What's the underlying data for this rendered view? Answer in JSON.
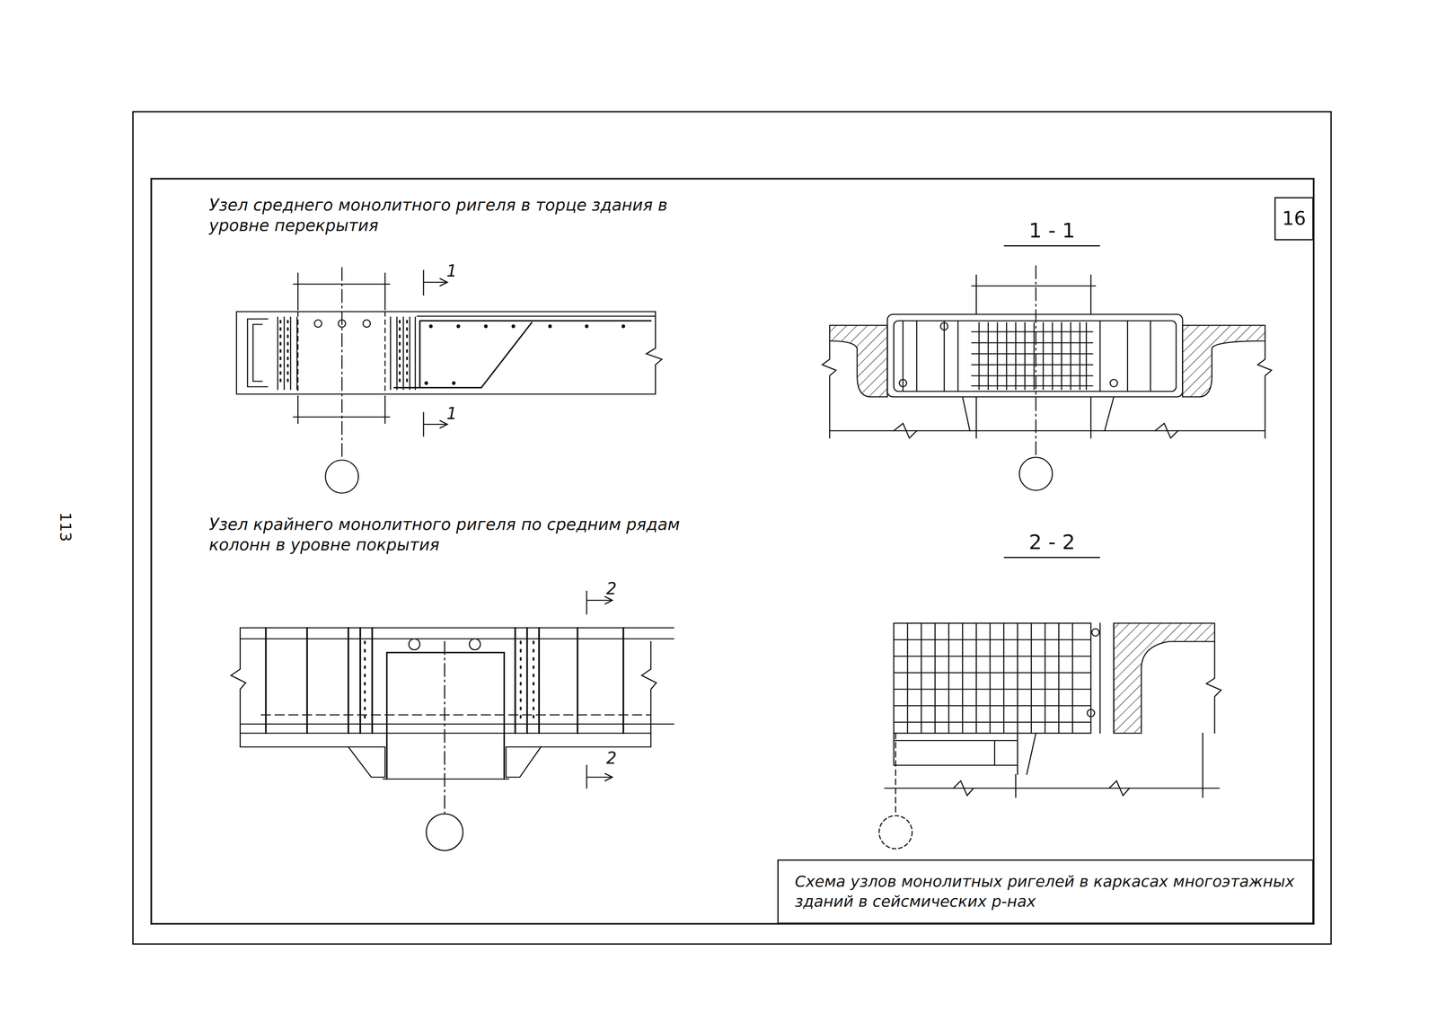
{
  "diagram": {
    "caption": "Схема узлов монолитных ригелей в каркасах многоэтажных зданий в сейсмических р-нах",
    "nodes": [
      {
        "text": [
          "16"
        ]
      },
      {
        "text": [
          "Схема узлов монолитных ригелей в каркасах многоэтажных зданий в сейсмических р-нах"
        ]
      }
    ],
    "labels": [
      "Узел среднего монолитного ригеля в торце здания в уровне перекрытия",
      "Узел крайнего монолитного ригеля по средним рядам колонн в уровне покрытия",
      "1 - 1",
      "2 - 2",
      "1",
      "1",
      "2",
      "2",
      "113"
    ]
  }
}
